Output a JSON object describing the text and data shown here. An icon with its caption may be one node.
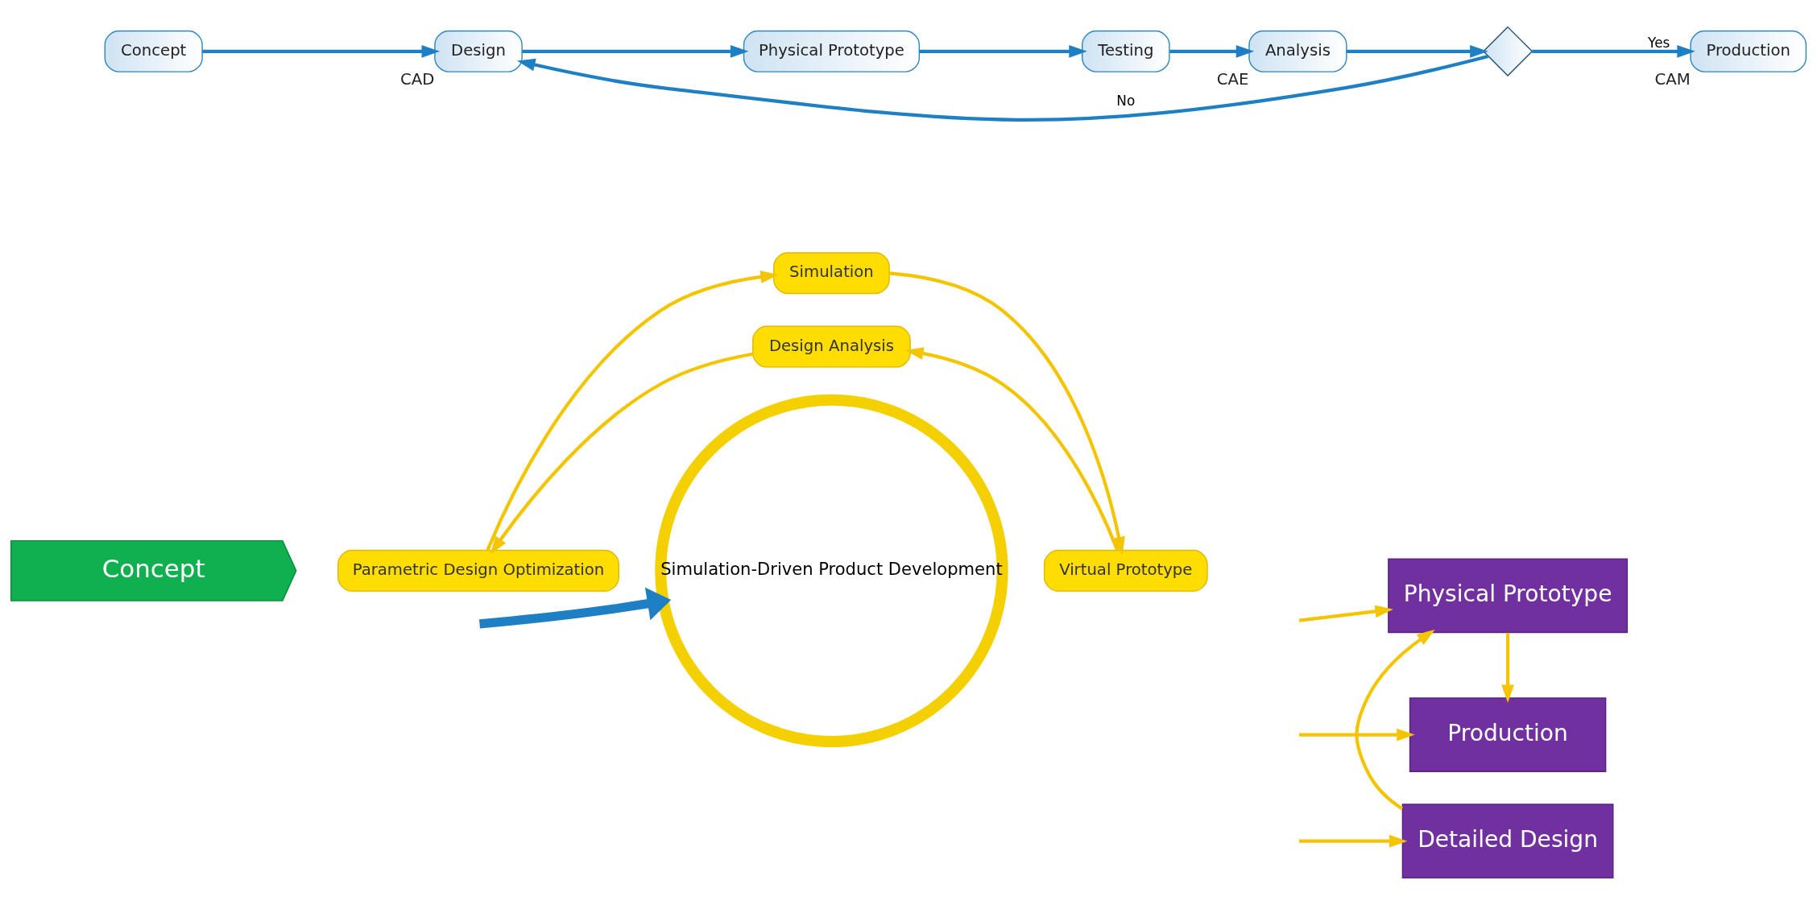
{
  "diagram": {
    "nodes": [
      {
        "text": [
          "Concept"
        ]
      },
      {
        "text": [
          "Simulation-Driven Product Development"
        ]
      },
      {
        "text": [
          "Simulation"
        ]
      },
      {
        "text": [
          "Virtual Prototype"
        ]
      },
      {
        "text": [
          "Design Analysis"
        ]
      },
      {
        "text": [
          "Parametric Design Optimization"
        ]
      },
      {
        "text": [
          "Detailed Design"
        ]
      },
      {
        "text": [
          "Physical Prototype"
        ]
      },
      {
        "text": [
          "Production"
        ]
      },
      {
        "text": [
          "Concept"
        ]
      },
      {
        "text": [
          "Design"
        ],
        "beside": [
          "CAD"
        ]
      },
      {
        "text": [
          "Physical Prototype"
        ]
      },
      {
        "text": [
          "Testing"
        ]
      },
      {
        "text": [
          "Analysis"
        ],
        "beside": [
          "CAE"
        ]
      },
      {
        "text": [],
        "shape": "diamond"
      },
      {
        "text": [
          "Production"
        ],
        "beside": [
          "CAM"
        ]
      }
    ],
    "edges": [
      {
        "from": 2,
        "to": 3,
        "arrow": "to",
        "color": "#f5c400"
      },
      {
        "from": 3,
        "to": 4,
        "arrow": "to",
        "color": "#f5c400"
      },
      {
        "from": 4,
        "to": 5,
        "arrow": "to",
        "color": "#f5c400"
      },
      {
        "from": 5,
        "to": 2,
        "arrow": "to",
        "color": "#f5c400"
      },
      {
        "from": null,
        "to": 6,
        "arrow": "to",
        "color": "#f5c400"
      },
      {
        "from": null,
        "to": 7,
        "arrow": "to",
        "color": "#f5c400"
      },
      {
        "from": null,
        "to": 8,
        "arrow": "to",
        "color": "#f5c400"
      },
      {
        "from": 6,
        "to": 7,
        "arrow": "to",
        "color": "#f5c400"
      },
      {
        "from": 7,
        "to": 8,
        "arrow": "to",
        "color": "#f5c400"
      },
      {
        "from": null,
        "to": 1,
        "arrow": "to",
        "style": "thick",
        "color": "#1f7fc4"
      },
      {
        "from": 9,
        "to": 10,
        "arrow": "to",
        "color": "#1f7fc4"
      },
      {
        "from": 10,
        "to": 11,
        "arrow": "to",
        "color": "#1f7fc4"
      },
      {
        "from": 11,
        "to": 12,
        "arrow": "to",
        "color": "#1f7fc4"
      },
      {
        "from": 12,
        "to": 13,
        "arrow": "to",
        "color": "#1f7fc4"
      },
      {
        "from": 13,
        "to": 14,
        "arrow": "to",
        "color": "#1f7fc4"
      },
      {
        "from": 14,
        "to": 15,
        "label": "Yes",
        "arrow": "to",
        "color": "#1f7fc4"
      },
      {
        "from": 14,
        "to": 10,
        "label": "No",
        "arrow": "to",
        "color": "#1f7fc4"
      }
    ]
  }
}
